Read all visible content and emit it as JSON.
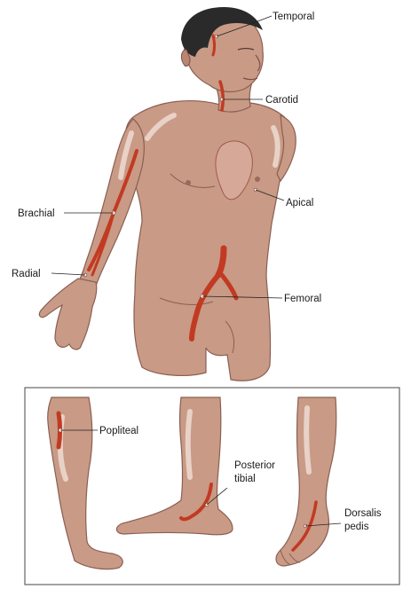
{
  "labels": {
    "temporal": "Temporal",
    "carotid": "Carotid",
    "apical": "Apical",
    "brachial": "Brachial",
    "radial": "Radial",
    "femoral": "Femoral",
    "popliteal": "Popliteal",
    "posterior_tibial_line1": "Posterior",
    "posterior_tibial_line2": "tibial",
    "dorsalis_pedis_line1": "Dorsalis",
    "dorsalis_pedis_line2": "pedis"
  },
  "colors": {
    "skin": "#c99a86",
    "outline": "#8a5f52",
    "artery": "#c23a22",
    "hair": "#2a2a2a"
  }
}
